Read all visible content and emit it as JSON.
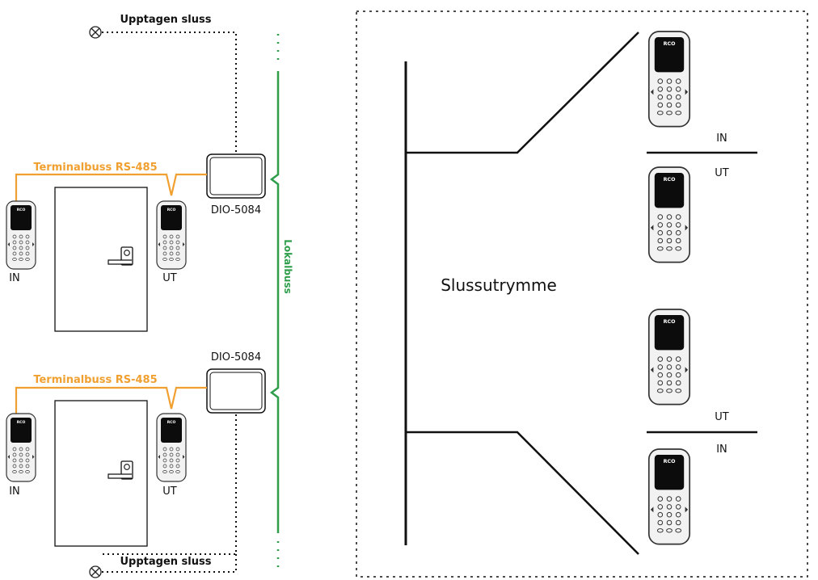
{
  "colors": {
    "terminal_bus": "#f0a030",
    "local_bus": "#2e9e4a",
    "line": "#111111",
    "reader_body": "#f2f2f2",
    "reader_screen": "#0c0c0c"
  },
  "icons": {
    "lamp": "lamp-icon",
    "reader": "card-reader-icon",
    "door_handle": "door-handle-icon"
  },
  "labels": {
    "busy_airlock_top": "Upptagen sluss",
    "busy_airlock_bottom": "Upptagen sluss",
    "terminal_bus_top": "Terminalbuss RS-485",
    "terminal_bus_bottom": "Terminalbuss RS-485",
    "dio_top": "DIO-5084",
    "dio_bottom": "DIO-5084",
    "local_bus": "Lokalbuss",
    "reader_brand": "RCO",
    "left_top_in": "IN",
    "left_top_ut": "UT",
    "left_bottom_in": "IN",
    "left_bottom_ut": "UT",
    "airlock_space": "Slussutrymme",
    "right_in_1": "IN",
    "right_ut_1": "UT",
    "right_ut_2": "UT",
    "right_in_2": "IN"
  }
}
